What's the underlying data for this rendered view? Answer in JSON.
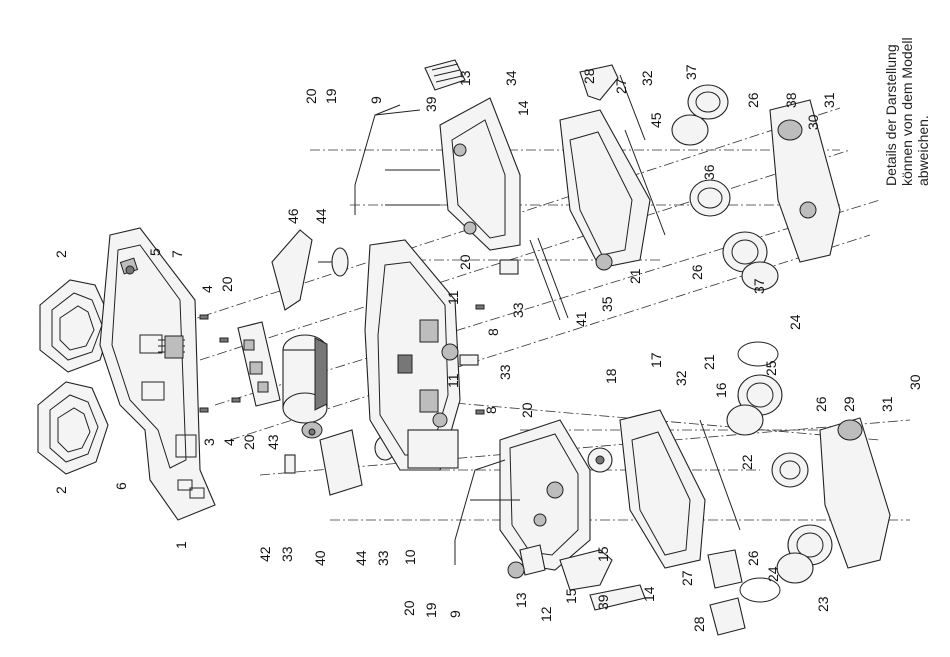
{
  "note_lines": [
    "Details der Darstellung",
    "können von dem Modell",
    "abweichen."
  ],
  "callouts": [
    "1",
    "2",
    "2",
    "3",
    "4",
    "4",
    "5",
    "6",
    "7",
    "8",
    "8",
    "9",
    "9",
    "10",
    "11",
    "11",
    "12",
    "13",
    "13",
    "14",
    "14",
    "15",
    "15",
    "16",
    "17",
    "18",
    "19",
    "19",
    "20",
    "20",
    "20",
    "20",
    "20",
    "20",
    "21",
    "21",
    "22",
    "23",
    "24",
    "24",
    "25",
    "26",
    "26",
    "26",
    "26",
    "27",
    "27",
    "28",
    "28",
    "29",
    "30",
    "30",
    "31",
    "31",
    "32",
    "32",
    "33",
    "33",
    "33",
    "33",
    "34",
    "35",
    "36",
    "37",
    "37",
    "38",
    "39",
    "39",
    "40",
    "41",
    "42",
    "43",
    "44",
    "44",
    "45",
    "46"
  ]
}
